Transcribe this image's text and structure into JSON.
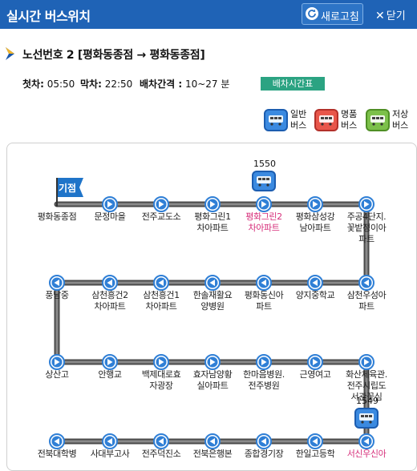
{
  "header": {
    "title": "실시간 버스위치",
    "refresh_label": "새로고침",
    "close_label": "닫기"
  },
  "route": {
    "title": "노선번호 2 [평화동종점 → 평화동종점]",
    "first_label": "첫차:",
    "first_time": "05:50",
    "last_label": "막차:",
    "last_time": "22:50",
    "interval_label": "배차간격 :",
    "interval_value": "10~27 분",
    "timetable_label": "배차시간표"
  },
  "legend": [
    {
      "label": "일반\n버스",
      "color": "#3b8ae0",
      "border": "#1c5db0",
      "icon": "bus-icon"
    },
    {
      "label": "명품\n버스",
      "color": "#e8564a",
      "border": "#b3302a",
      "icon": "bus-icon"
    },
    {
      "label": "저상\n버스",
      "color": "#7cc04a",
      "border": "#4f8f25",
      "icon": "bus-icon"
    }
  ],
  "start_flag": "기점",
  "rows": [
    {
      "direction": "right",
      "stops": [
        "평화동종점",
        "문정마을",
        "전주교도소",
        "평화그린1\n차아파트",
        "평화그린2\n차아파트",
        "평화삼성강\n남아파트",
        "주공4단지.\n꽃밭정이아\n파트"
      ],
      "highlight": [
        4
      ]
    },
    {
      "direction": "left",
      "stops": [
        "풍남중",
        "삼천흥건2\n차아파트",
        "삼천흥건1\n차아파트",
        "한솔재활요\n양병원",
        "평화동신아\n파트",
        "양지중학교",
        "삼천우성아\n파트"
      ],
      "highlight": []
    },
    {
      "direction": "right",
      "stops": [
        "상산고",
        "안행교",
        "백제대로효\n자광장",
        "효자남양황\n실아파트",
        "한마음병원.\n전주병원",
        "근영여고",
        "화산체육관.\n전주시립도\n서관꽃심"
      ],
      "highlight": []
    },
    {
      "direction": "left",
      "stops": [
        "전북대학병",
        "사대부고사",
        "전주덕진소",
        "전북은행본",
        "종합경기장",
        "한일고등학",
        "서신우신아"
      ],
      "highlight": [
        6
      ]
    }
  ],
  "buses": [
    {
      "number": "1550",
      "row": 0,
      "stop": 4,
      "type": "일반"
    },
    {
      "number": "1549",
      "row": 3,
      "stop": 6,
      "type": "일반"
    }
  ],
  "colors": {
    "header": "#1f63b6",
    "track": "#666666",
    "node": "#2f7fd6",
    "highlight_text": "#d62e7a",
    "timetable": "#2ba382"
  }
}
